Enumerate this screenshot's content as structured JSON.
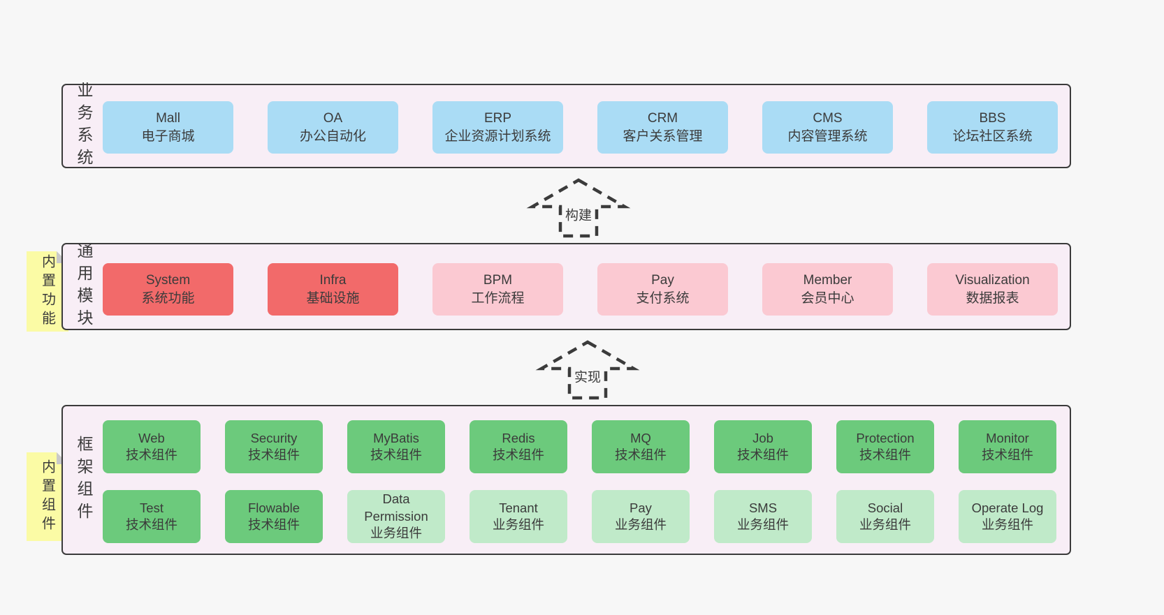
{
  "colors": {
    "page_bg": "#f7f7f7",
    "panel_bg": "#f8eef6",
    "border": "#3b3b3b",
    "text": "#3b3b3b",
    "blue": "#aadcf5",
    "red": "#f26a6a",
    "pink": "#fbc9d2",
    "green": "#6cca7c",
    "green_light": "#c0eac9",
    "sticky": "#fbfba5",
    "fold": "#c9c9c9"
  },
  "arrows": [
    {
      "label": "构建"
    },
    {
      "label": "实现"
    }
  ],
  "layers": [
    {
      "label": "业务系统",
      "boxes": [
        {
          "title": "Mall",
          "subtitle": "电子商城",
          "variant": "blue"
        },
        {
          "title": "OA",
          "subtitle": "办公自动化",
          "variant": "blue"
        },
        {
          "title": "ERP",
          "subtitle": "企业资源计划系统",
          "variant": "blue"
        },
        {
          "title": "CRM",
          "subtitle": "客户关系管理",
          "variant": "blue"
        },
        {
          "title": "CMS",
          "subtitle": "内容管理系统",
          "variant": "blue"
        },
        {
          "title": "BBS",
          "subtitle": "论坛社区系统",
          "variant": "blue"
        }
      ]
    },
    {
      "label": "通用模块",
      "sticky": "内置功能",
      "boxes": [
        {
          "title": "System",
          "subtitle": "系统功能",
          "variant": "red"
        },
        {
          "title": "Infra",
          "subtitle": "基础设施",
          "variant": "red"
        },
        {
          "title": "BPM",
          "subtitle": "工作流程",
          "variant": "pink"
        },
        {
          "title": "Pay",
          "subtitle": "支付系统",
          "variant": "pink"
        },
        {
          "title": "Member",
          "subtitle": "会员中心",
          "variant": "pink"
        },
        {
          "title": "Visualization",
          "subtitle": "数据报表",
          "variant": "pink"
        }
      ]
    },
    {
      "label": "框架组件",
      "sticky": "内置组件",
      "rows": [
        [
          {
            "title": "Web",
            "subtitle": "技术组件",
            "variant": "green"
          },
          {
            "title": "Security",
            "subtitle": "技术组件",
            "variant": "green"
          },
          {
            "title": "MyBatis",
            "subtitle": "技术组件",
            "variant": "green"
          },
          {
            "title": "Redis",
            "subtitle": "技术组件",
            "variant": "green"
          },
          {
            "title": "MQ",
            "subtitle": "技术组件",
            "variant": "green"
          },
          {
            "title": "Job",
            "subtitle": "技术组件",
            "variant": "green"
          },
          {
            "title": "Protection",
            "subtitle": "技术组件",
            "variant": "green"
          },
          {
            "title": "Monitor",
            "subtitle": "技术组件",
            "variant": "green"
          }
        ],
        [
          {
            "title": "Test",
            "subtitle": "技术组件",
            "variant": "green"
          },
          {
            "title": "Flowable",
            "subtitle": "技术组件",
            "variant": "green"
          },
          {
            "title": "Data Permission",
            "subtitle": "业务组件",
            "variant": "green_light"
          },
          {
            "title": "Tenant",
            "subtitle": "业务组件",
            "variant": "green_light"
          },
          {
            "title": "Pay",
            "subtitle": "业务组件",
            "variant": "green_light"
          },
          {
            "title": "SMS",
            "subtitle": "业务组件",
            "variant": "green_light"
          },
          {
            "title": "Social",
            "subtitle": "业务组件",
            "variant": "green_light"
          },
          {
            "title": "Operate Log",
            "subtitle": "业务组件",
            "variant": "green_light"
          }
        ]
      ]
    }
  ]
}
